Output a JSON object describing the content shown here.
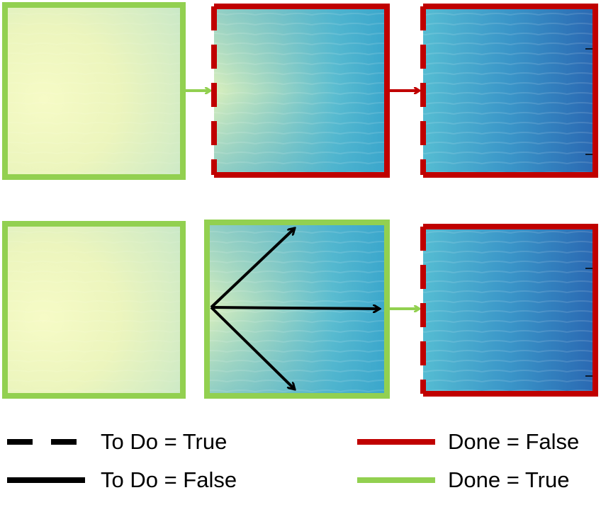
{
  "colors": {
    "done_true": "#92d050",
    "done_false": "#c00000",
    "arrow_black": "#000000",
    "panel_light_center": "#f4f9c3",
    "panel_light_edge": "#d2ecc9",
    "panel_mid": "#49b3cf",
    "panel_dark": "#2b73b9"
  },
  "legend": {
    "todo_true": "To Do = True",
    "todo_false": "To Do = False",
    "done_false": "Done = False",
    "done_true": "Done = True"
  },
  "rows": [
    {
      "panels": [
        {
          "state": "initial",
          "border": "done_true",
          "todo": false
        },
        {
          "state": "intermediate",
          "border": "done_false",
          "todo": true
        },
        {
          "state": "final",
          "border": "done_false",
          "todo": true
        }
      ],
      "connectors": [
        "done_true",
        "done_false"
      ]
    },
    {
      "panels": [
        {
          "state": "initial",
          "border": "done_true",
          "todo": false
        },
        {
          "state": "intermediate",
          "border": "done_true",
          "todo": false,
          "branch_arrows": 3
        },
        {
          "state": "final",
          "border": "done_false",
          "todo": true
        }
      ],
      "connectors": [
        "done_true"
      ]
    }
  ]
}
